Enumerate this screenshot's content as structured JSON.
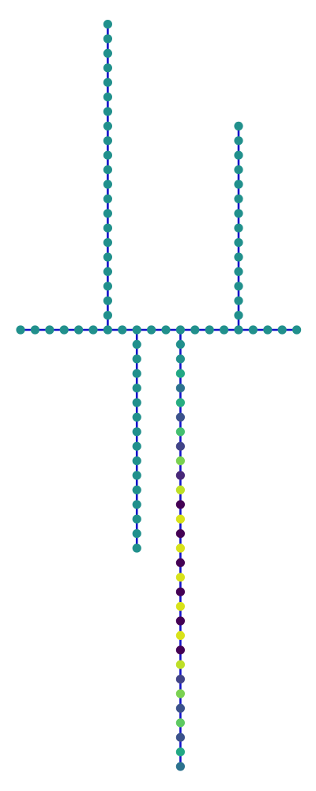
{
  "graph": {
    "edge_color": "#1010c8",
    "default_node_color": "#21908c",
    "horizontal_chain": {
      "node_count": 20,
      "colors": [
        "#21908c",
        "#21908c",
        "#21908c",
        "#21908c",
        "#21908c",
        "#21908c",
        "#21908c",
        "#21908c",
        "#21908c",
        "#21908c",
        "#21908c",
        "#21908c",
        "#21908c",
        "#21908c",
        "#21908c",
        "#21908c",
        "#21908c",
        "#21908c",
        "#21908c",
        "#21908c"
      ]
    },
    "branches": [
      {
        "name": "upper-branch-left",
        "attach_index": 6,
        "direction": "up",
        "node_count": 21,
        "colors": [
          "#21908c",
          "#21908c",
          "#21908c",
          "#21908c",
          "#21908c",
          "#21908c",
          "#21908c",
          "#21908c",
          "#21908c",
          "#21908c",
          "#21908c",
          "#21908c",
          "#21908c",
          "#21908c",
          "#21908c",
          "#21908c",
          "#21908c",
          "#21908c",
          "#21908c",
          "#21908c",
          "#21908c"
        ]
      },
      {
        "name": "upper-branch-right",
        "attach_index": 15,
        "direction": "up",
        "node_count": 14,
        "colors": [
          "#21908c",
          "#21908c",
          "#21908c",
          "#21908c",
          "#21908c",
          "#21908c",
          "#21908c",
          "#21908c",
          "#21908c",
          "#21908c",
          "#21908c",
          "#21908c",
          "#21908c",
          "#21908c"
        ]
      },
      {
        "name": "lower-branch-left",
        "attach_index": 8,
        "direction": "down",
        "node_count": 15,
        "colors": [
          "#21908c",
          "#21908c",
          "#21908c",
          "#21908c",
          "#21908c",
          "#21908c",
          "#21908c",
          "#21908c",
          "#21908c",
          "#21908c",
          "#21908c",
          "#21908c",
          "#21908c",
          "#21908c",
          "#21908c"
        ]
      },
      {
        "name": "lower-branch-right",
        "attach_index": 11,
        "direction": "down",
        "node_count": 30,
        "colors": [
          "#21908c",
          "#21908c",
          "#22a884",
          "#2c728e",
          "#27ad81",
          "#3b528b",
          "#44bf70",
          "#414487",
          "#7ad151",
          "#482878",
          "#bddf26",
          "#440154",
          "#d8e219",
          "#440154",
          "#d8e219",
          "#440154",
          "#d8e219",
          "#440154",
          "#d8e219",
          "#440154",
          "#d8e219",
          "#440154",
          "#bddf26",
          "#414487",
          "#7ad151",
          "#3b528b",
          "#5ec962",
          "#3b528b",
          "#22a884",
          "#2c728e"
        ]
      }
    ]
  }
}
